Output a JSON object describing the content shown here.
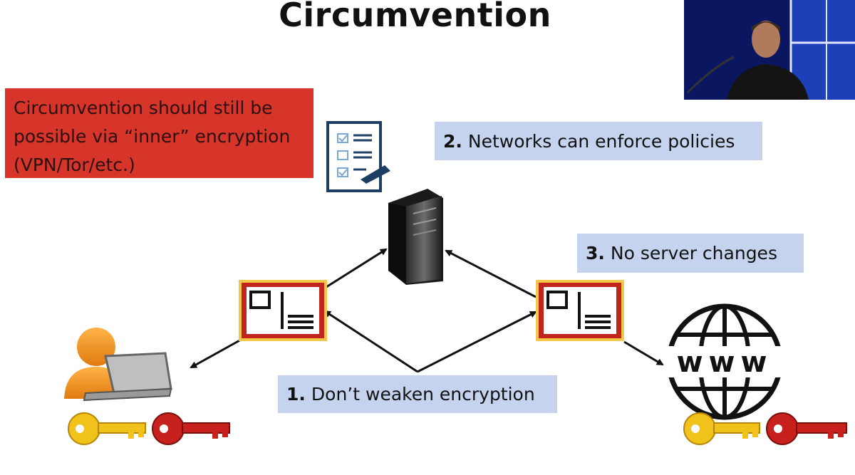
{
  "slide": {
    "title": "Circumvention",
    "note_lines": [
      "Circumvention should still be",
      "possible via “inner” encryption",
      "(VPN/Tor/etc.)"
    ],
    "callouts": [
      {
        "number": "1.",
        "text": "Don’t weaken encryption"
      },
      {
        "number": "2.",
        "text": "Networks can enforce policies"
      },
      {
        "number": "3.",
        "text": "No server changes"
      }
    ],
    "www_label": "www"
  },
  "colors": {
    "note_bg": "#d7342a",
    "callout_bg": "#c5d3ef",
    "middlebox_border": "#c0241b",
    "key_gold": "#f1c21a",
    "key_red": "#c8211d"
  },
  "icons": [
    "policy-checklist-icon",
    "server-icon",
    "middlebox-icon",
    "user-laptop-icon",
    "gold-key-icon",
    "red-key-icon",
    "www-globe-icon"
  ]
}
